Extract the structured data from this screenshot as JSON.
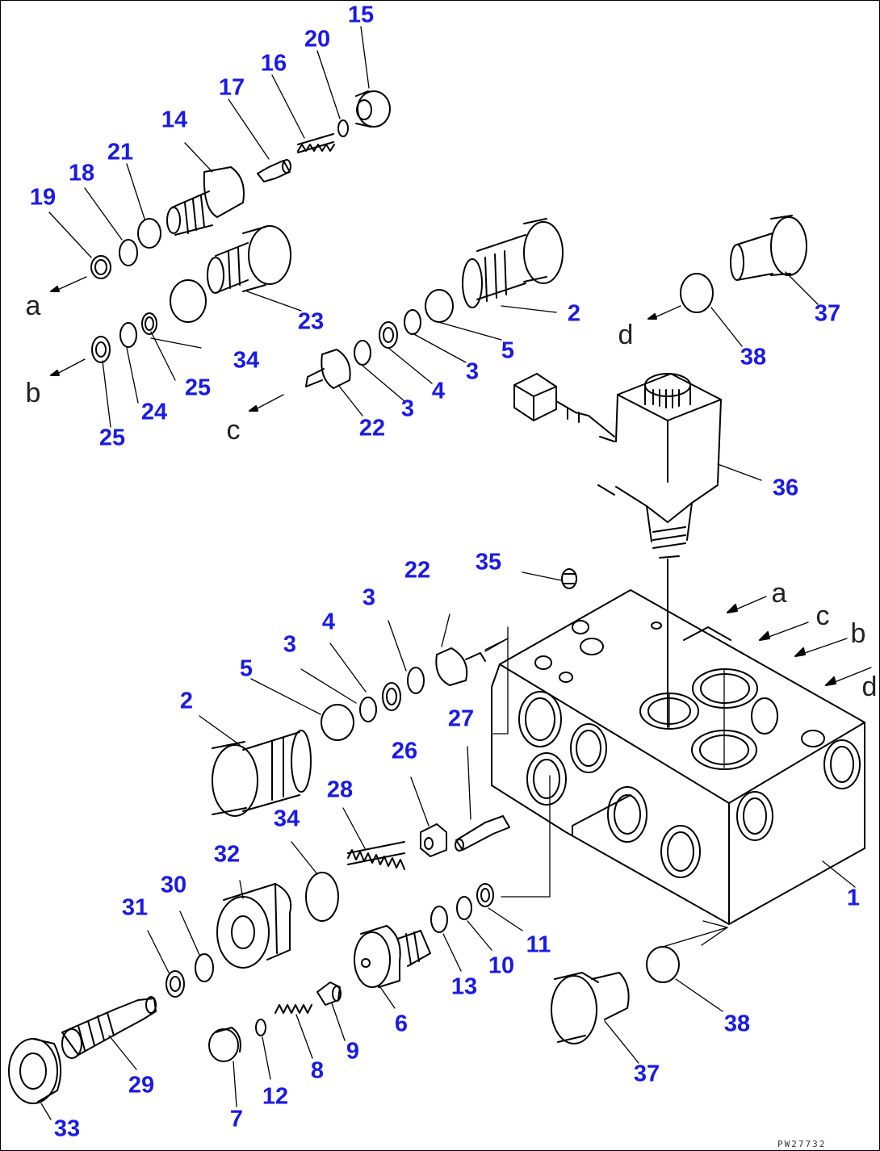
{
  "drawing_code": "PW27732",
  "callouts": [
    "15",
    "20",
    "16",
    "17",
    "14",
    "21",
    "18",
    "19",
    "23",
    "34",
    "25",
    "24",
    "25",
    "2",
    "5",
    "3",
    "4",
    "3",
    "22",
    "37",
    "38",
    "36",
    "35",
    "22",
    "3",
    "4",
    "3",
    "5",
    "2",
    "27",
    "26",
    "28",
    "34",
    "32",
    "30",
    "31",
    "1",
    "11",
    "10",
    "13",
    "6",
    "9",
    "8",
    "12",
    "7",
    "29",
    "33",
    "38",
    "37"
  ],
  "connectors": [
    "a",
    "b",
    "c",
    "d",
    "a",
    "c",
    "b",
    "d"
  ]
}
